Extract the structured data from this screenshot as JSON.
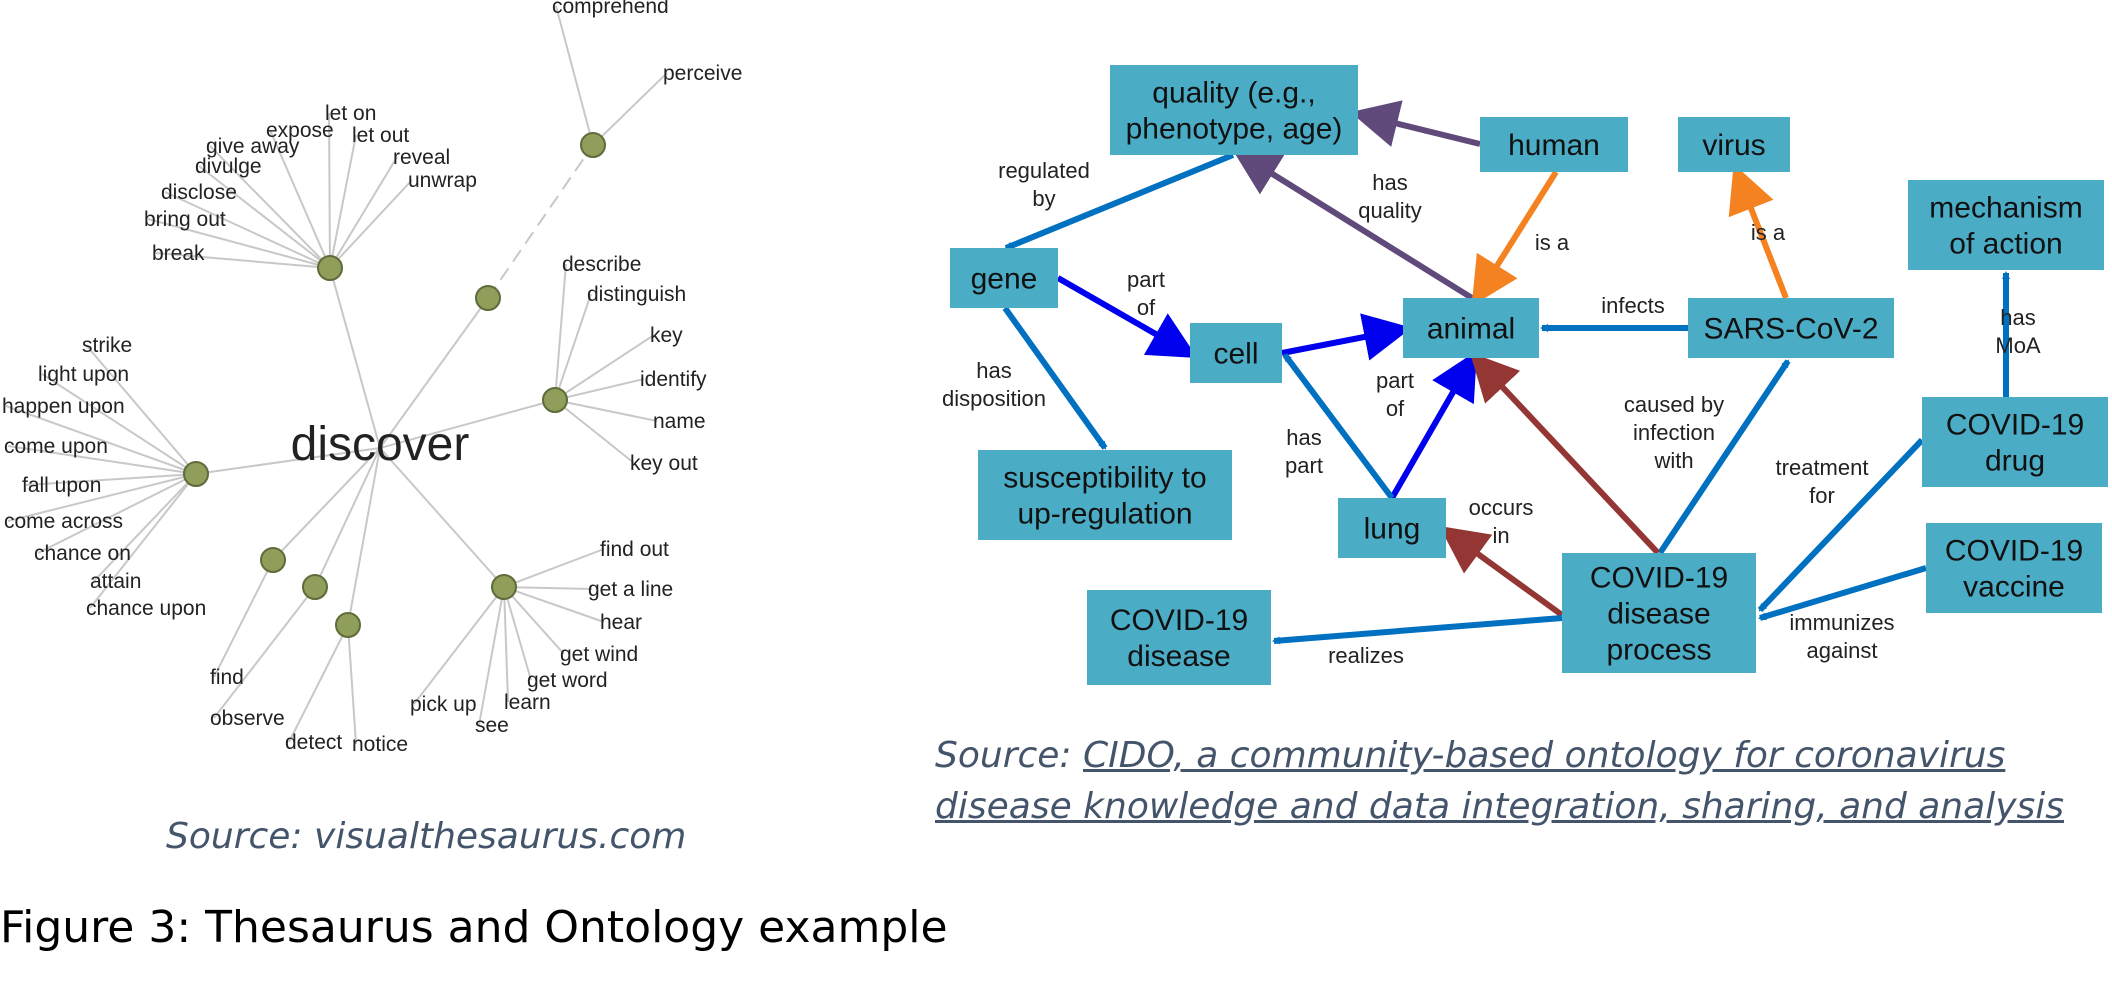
{
  "thesaurus": {
    "center_word": "discover",
    "words": [
      "comprehend",
      "perceive",
      "let on",
      "expose",
      "let out",
      "give away",
      "divulge",
      "reveal",
      "disclose",
      "unwrap",
      "bring out",
      "break",
      "describe",
      "distinguish",
      "key",
      "identify",
      "name",
      "key out",
      "strike",
      "light upon",
      "happen upon",
      "come upon",
      "fall upon",
      "come across",
      "chance on",
      "attain",
      "chance upon",
      "find out",
      "get a line",
      "hear",
      "get wind",
      "get word",
      "learn",
      "pick up",
      "see",
      "find",
      "observe",
      "detect",
      "notice"
    ],
    "source": "Source: visualthesaurus.com"
  },
  "ontology": {
    "nodes": [
      "quality (e.g., phenotype, age)",
      "human",
      "virus",
      "mechanism of action",
      "gene",
      "cell",
      "animal",
      "SARS-CoV-2",
      "susceptibility to up-regulation",
      "COVID-19 drug",
      "lung",
      "COVID-19 vaccine",
      "COVID-19 disease process",
      "COVID-19 disease"
    ],
    "edge_labels": [
      "regulated by",
      "has quality",
      "is a",
      "is a",
      "part of",
      "infects",
      "has MoA",
      "has disposition",
      "part of",
      "caused by infection with",
      "has part",
      "treatment for",
      "occurs in",
      "immunizes against",
      "realizes"
    ],
    "colors": {
      "node_fill": "#4bacc6",
      "edge_blue": "#0070c0",
      "edge_darkblue": "#0000ee",
      "edge_purple": "#604a7b",
      "edge_orange": "#f58220",
      "edge_brown": "#943634"
    },
    "source_prefix": "Source: ",
    "source_link": "CIDO, a community-based ontology for coronavirus disease knowledge and data integration, sharing, and analysis"
  },
  "figure_caption": "Figure 3: Thesaurus and Ontology example"
}
